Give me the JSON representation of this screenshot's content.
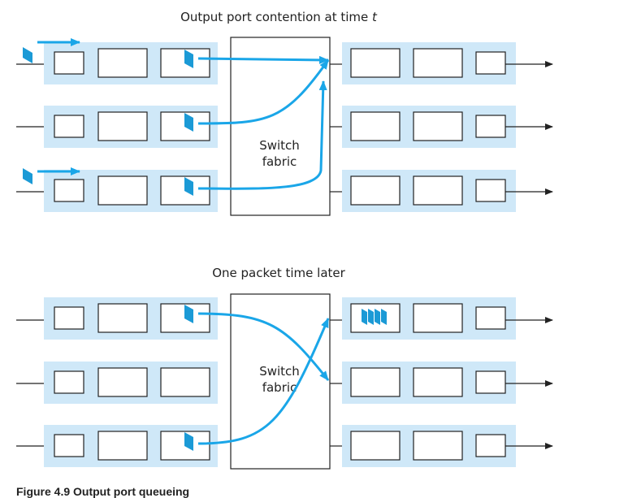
{
  "top": {
    "title_main": "Output port contention at time ",
    "title_var": "t",
    "fabric_line1": "Switch",
    "fabric_line2": "fabric"
  },
  "bottom": {
    "title": "One packet time later",
    "fabric_line1": "Switch",
    "fabric_line2": "fabric"
  },
  "caption": "Figure 4.9 Output port queueing",
  "colors": {
    "port_fill": "#cfe8f8",
    "packet": "#1b9ad6",
    "arrow": "#1aa6e8",
    "line": "#222222"
  }
}
